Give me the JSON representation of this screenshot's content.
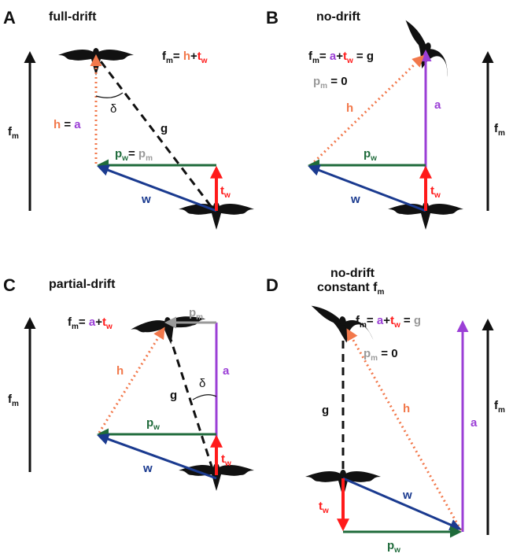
{
  "colors": {
    "black": "#111111",
    "red": "#ff1a1a",
    "purple": "#9b3fd6",
    "orange": "#f2784b",
    "green": "#1f6b3b",
    "blue": "#1a3a8f",
    "grey": "#9a9a9a"
  },
  "panels": {
    "A": {
      "letter": "A",
      "title": "full-drift"
    },
    "B": {
      "letter": "B",
      "title": "no-drift"
    },
    "C": {
      "letter": "C",
      "title": "partial-drift"
    },
    "D": {
      "letter": "D",
      "title_line1": "no-drift",
      "title_line2": "constant f",
      "title_sub": "m"
    }
  },
  "symbols": {
    "f": "f",
    "m": "m",
    "h": "h",
    "a": "a",
    "g": "g",
    "w": "w",
    "t": "t",
    "p": "p",
    "eq": " = ",
    "eq_tight": "= ",
    "plus": "+",
    "zero": "0",
    "delta": "δ"
  }
}
